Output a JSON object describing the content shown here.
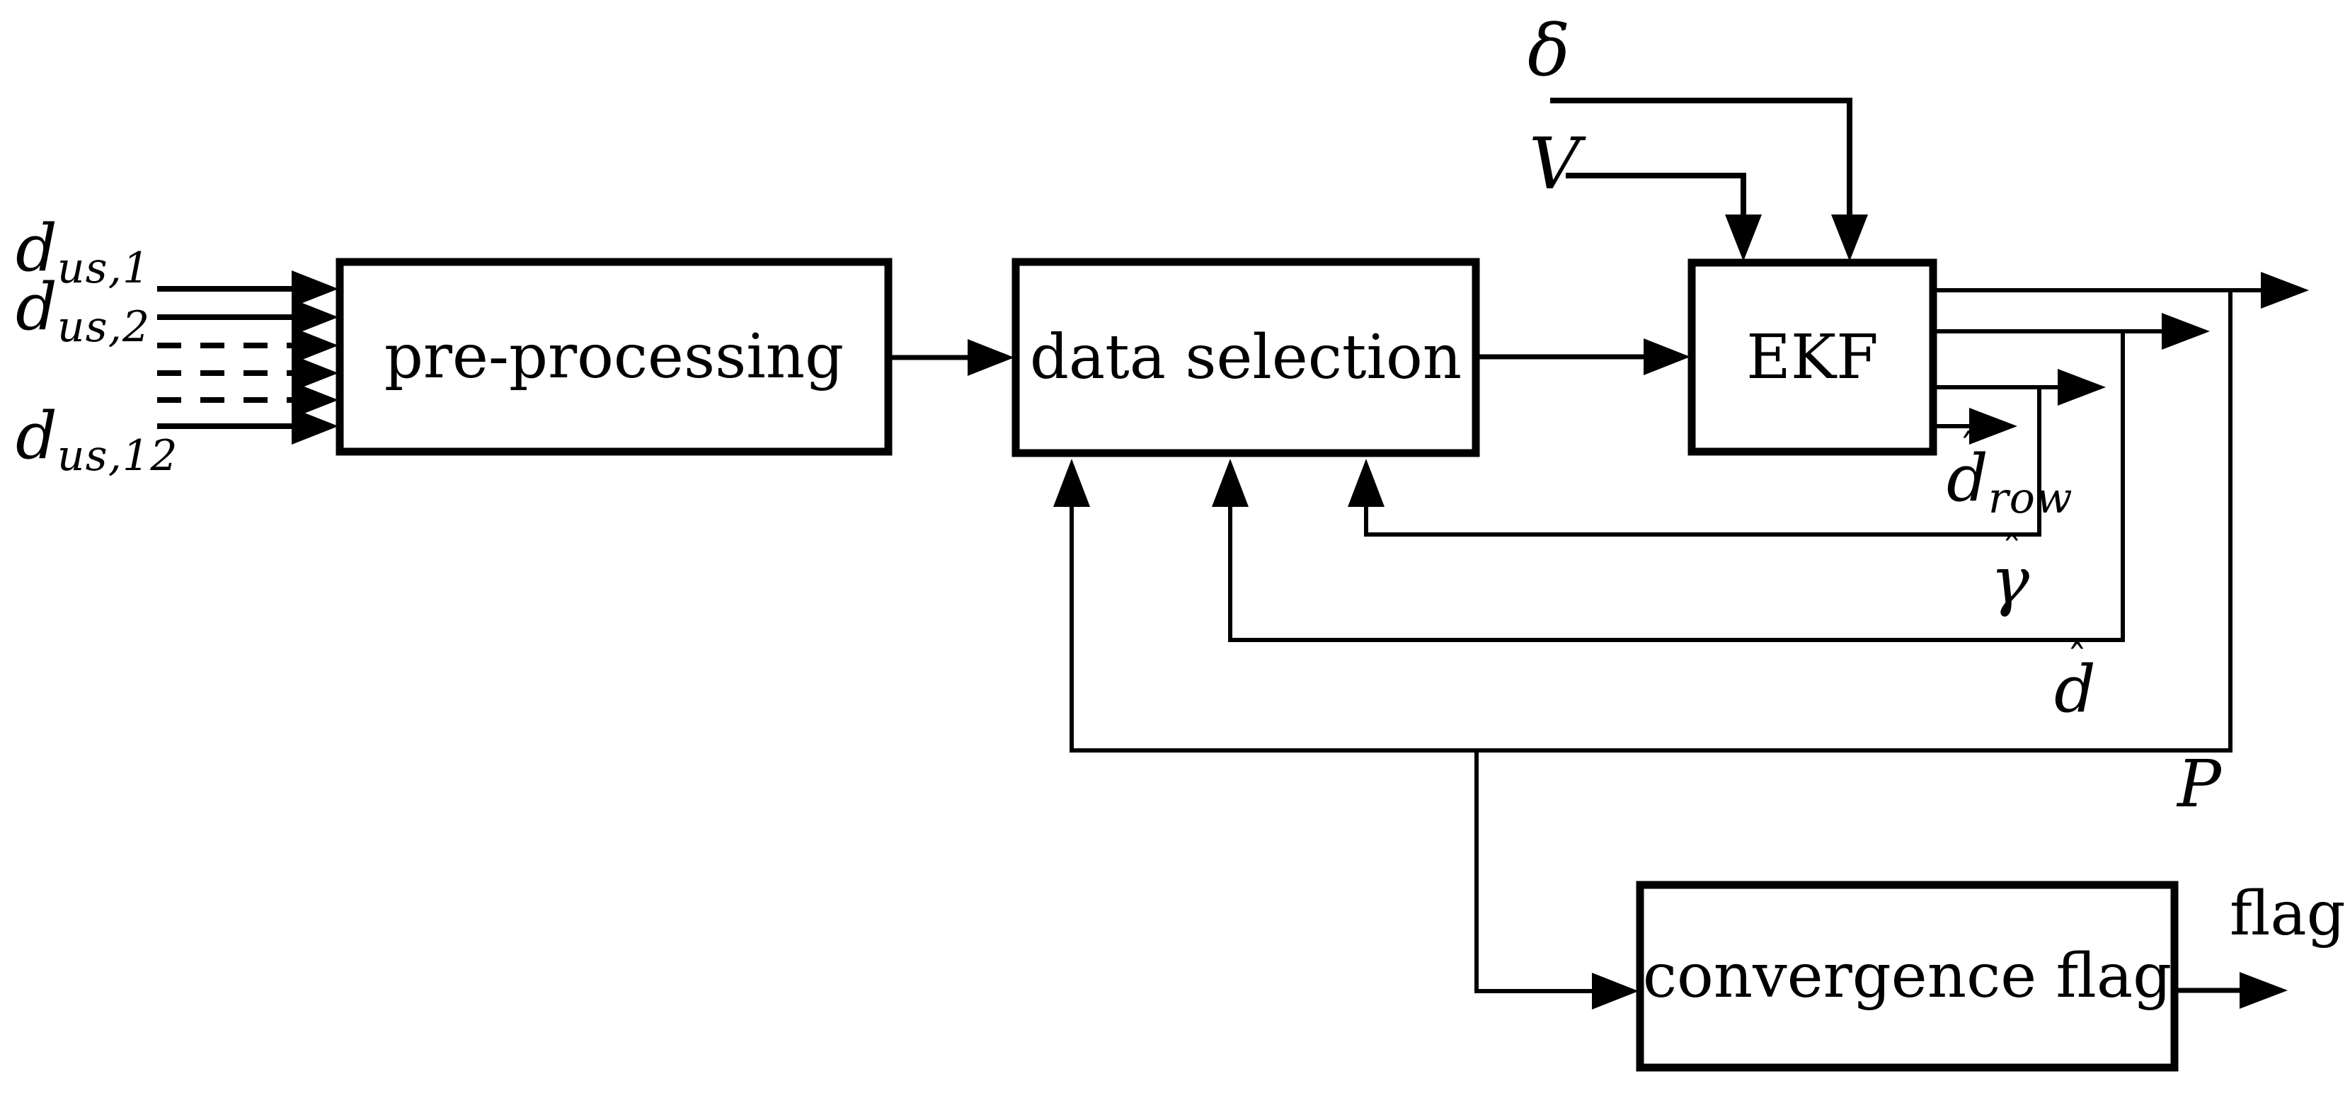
{
  "diagram": {
    "title_hint": "EKF signal-processing block diagram",
    "colors": {
      "ink": "#000000",
      "background": "#ffffff"
    },
    "blocks": {
      "pre_processing": {
        "label": "pre-processing"
      },
      "data_selection": {
        "label": "data selection"
      },
      "ekf": {
        "label": "EKF"
      },
      "convergence_flag": {
        "label": "convergence flag"
      }
    },
    "inputs": {
      "d_us_1": {
        "base": "d",
        "sub": "us,1"
      },
      "d_us_2": {
        "base": "d",
        "sub": "us,2"
      },
      "d_us_12": {
        "base": "d",
        "sub": "us,12"
      },
      "delta": {
        "base": "δ"
      },
      "v": {
        "base": "V"
      }
    },
    "outputs": {
      "d_row": {
        "base": "d",
        "hat": "ˆ",
        "sub": "row"
      },
      "gamma": {
        "base": "γ",
        "hat": "ˆ"
      },
      "d_hat": {
        "base": "d",
        "hat": "ˆ"
      },
      "p": {
        "base": "P"
      },
      "flag": {
        "label": "flag"
      }
    }
  }
}
